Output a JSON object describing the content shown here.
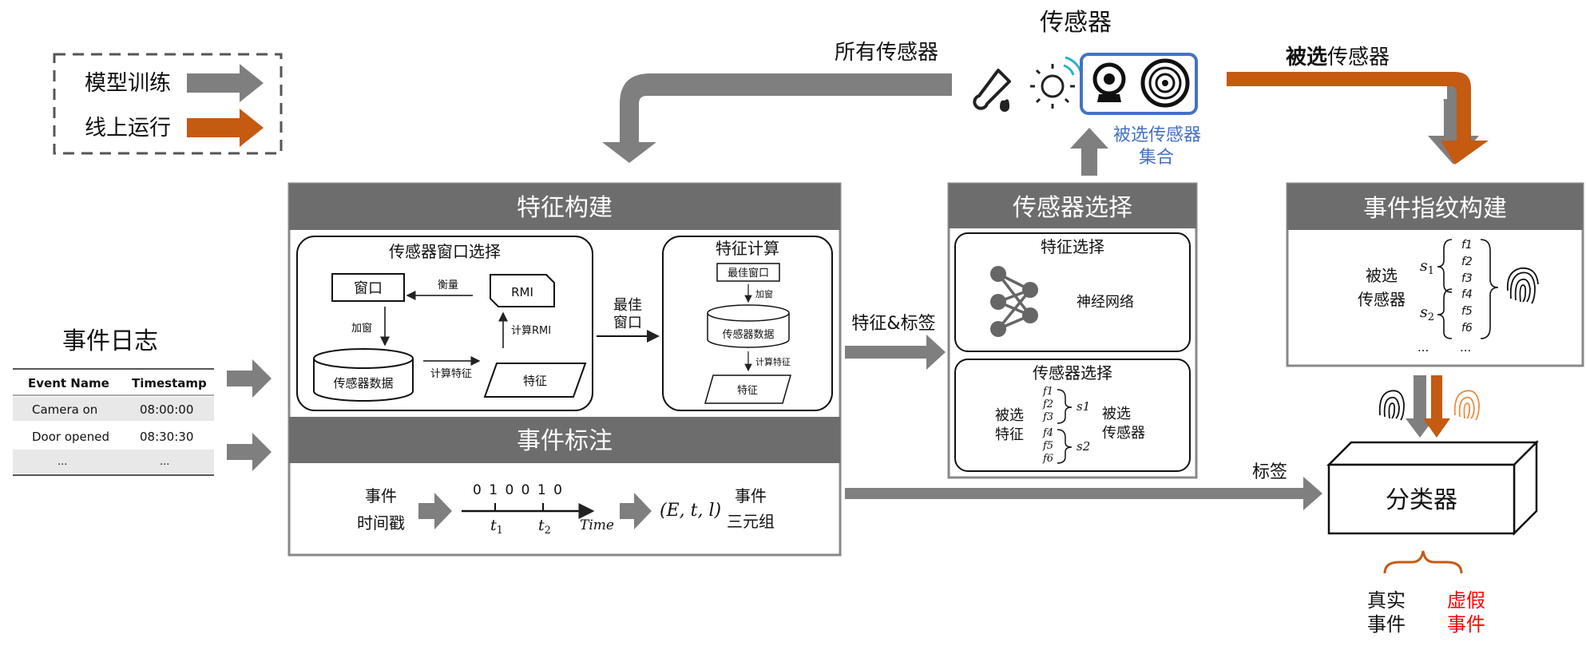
{
  "legend": {
    "training": "模型训练",
    "online": "线上运行"
  },
  "colors": {
    "gray_arrow": "#7f7f7f",
    "orange_arrow": "#c55a11",
    "header_bg": "#6d6d6d",
    "blue": "#4472c4",
    "red": "#ff0000"
  },
  "event_log": {
    "title": "事件日志",
    "columns": [
      "Event Name",
      "Timestamp"
    ],
    "rows": [
      [
        "Camera on",
        "08:00:00"
      ],
      [
        "Door opened",
        "08:30:30"
      ],
      [
        "...",
        "..."
      ]
    ]
  },
  "sensors": {
    "title": "传感器",
    "all_sensors": "所有传感器",
    "selected_prefix": "被选",
    "selected_suffix": "传感器",
    "selected_set_line1": "被选传感器",
    "selected_set_line2": "集合",
    "icons": [
      "thermometer-icon",
      "light-icon",
      "camera-icon",
      "speaker-icon"
    ]
  },
  "feature_build": {
    "header": "特征构建",
    "window_select": {
      "title": "传感器窗口选择",
      "window": "窗口",
      "rmi": "RMI",
      "measure": "衡量",
      "add_window": "加窗",
      "calc_rmi": "计算RMI",
      "sensor_data": "传感器数据",
      "calc_feature": "计算特征",
      "feature": "特征"
    },
    "best_window_line1": "最佳",
    "best_window_line2": "窗口",
    "feature_calc": {
      "title": "特征计算",
      "best_window": "最佳窗口",
      "add_window": "加窗",
      "sensor_data": "传感器数据",
      "calc_feature": "计算特征",
      "feature": "特征"
    }
  },
  "event_annot": {
    "header": "事件标注",
    "timestamp_line1": "事件",
    "timestamp_line2": "时间戳",
    "bits": "0 1 0 0 1 0",
    "t1": "t",
    "t1_sub": "1",
    "t2": "t",
    "t2_sub": "2",
    "time": "Time",
    "triple": "(E, t, l)",
    "triple_line1": "事件",
    "triple_line2": "三元组"
  },
  "feature_label": "特征&标签",
  "sensor_select": {
    "header": "传感器选择",
    "feature_select": "特征选择",
    "nn": "神经网络",
    "sensor_select": "传感器选择",
    "sel_feat_line1": "被选",
    "sel_feat_line2": "特征",
    "sel_sensor_line1": "被选",
    "sel_sensor_line2": "传感器",
    "features": [
      "f1",
      "f2",
      "f3",
      "f4",
      "f5",
      "f6"
    ],
    "s1": "s1",
    "s2": "s2"
  },
  "fingerprint": {
    "header": "事件指纹构建",
    "sel_line1": "被选",
    "sel_line2": "传感器",
    "s1": "s",
    "s1_sub": "1",
    "s2": "s",
    "s2_sub": "2",
    "dots": "...",
    "dots2": "..."
  },
  "classifier": {
    "label": "分类器",
    "tag": "标签",
    "real_line1": "真实",
    "real_line2": "事件",
    "fake_line1": "虚假",
    "fake_line2": "事件"
  }
}
